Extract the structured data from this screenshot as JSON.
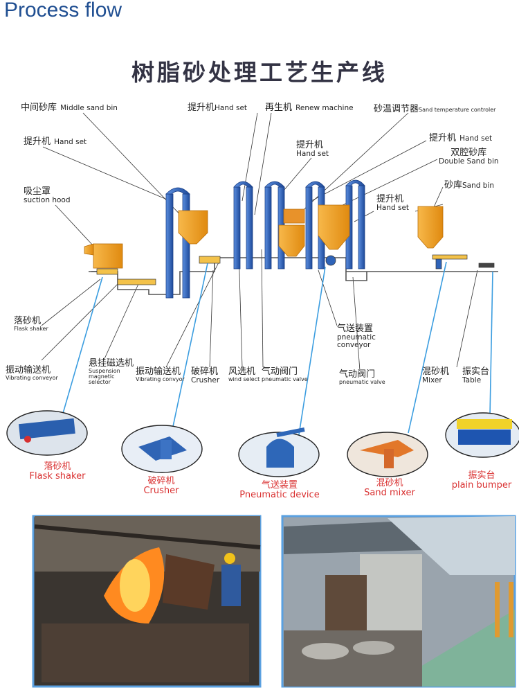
{
  "header": {
    "title": "Process flow"
  },
  "line_title": "树脂砂处理工艺生产线",
  "top_labels": [
    {
      "zh": "中间砂库",
      "en": "Middle sand bin"
    },
    {
      "zh": "提升机",
      "en": "Hand set"
    },
    {
      "zh": "再生机",
      "en": "Renew machine"
    },
    {
      "zh": "砂温调节器",
      "en": "Sand temperature controler"
    },
    {
      "zh": "提升机",
      "en": "Hand set"
    },
    {
      "zh": "提升机",
      "en": "Hand set"
    },
    {
      "zh": "双腔砂库",
      "en": "Double Sand bin"
    },
    {
      "zh": "吸尘罩",
      "en": "suction hood"
    },
    {
      "zh": "砂库",
      "en": "Sand bin"
    },
    {
      "zh": "提升机",
      "en": "Hand set"
    },
    {
      "zh": "提升机",
      "en": "Hand set"
    }
  ],
  "bottom_labels": [
    {
      "zh": "落砂机",
      "en": "Flask shaker"
    },
    {
      "zh": "气送装置",
      "en": "pneumatic conveyor"
    },
    {
      "zh": "振动输送机",
      "en": "Vibrating conveyor"
    },
    {
      "zh": "悬挂磁选机",
      "en": "Suspension magnetic selector"
    },
    {
      "zh": "振动输送机",
      "en": "Vibrating convyor"
    },
    {
      "zh": "破碎机",
      "en": "Crusher"
    },
    {
      "zh": "风选机",
      "en": "wind select"
    },
    {
      "zh": "气动阀门",
      "en": "pneumatic valve"
    },
    {
      "zh": "气动阀门",
      "en": "pneumatic valve"
    },
    {
      "zh": "混砂机",
      "en": "Mixer"
    },
    {
      "zh": "振实台",
      "en": "Table"
    }
  ],
  "equipment_photos": [
    {
      "zh": "落砂机",
      "en": "Flask shaker"
    },
    {
      "zh": "破碎机",
      "en": "Crusher"
    },
    {
      "zh": "气送装置",
      "en": "Pneumatic device"
    },
    {
      "zh": "混砂机",
      "en": "Sand mixer"
    },
    {
      "zh": "振实台",
      "en": "plain bumper"
    }
  ],
  "colors": {
    "title_blue": "#1f4e91",
    "machine_blue": "#2e63b8",
    "hopper_orange": "#f2a22a",
    "leader_blue": "#3b9de0",
    "photo_label_red": "#d93030"
  }
}
